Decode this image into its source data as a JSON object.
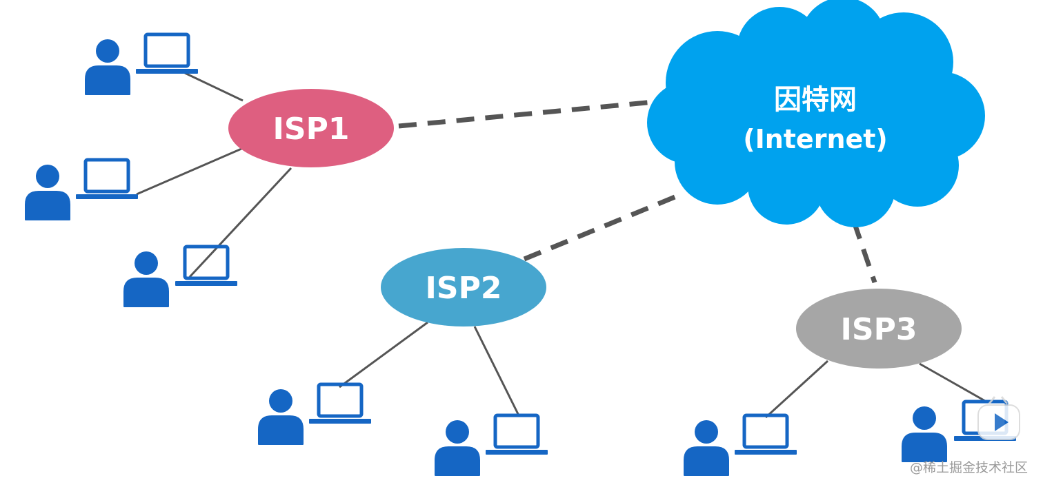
{
  "colors": {
    "background": "#ffffff",
    "isp1": "#de5f80",
    "isp2": "#47a6cf",
    "isp3": "#a6a6a6",
    "cloud": "#00a2ee",
    "user": "#1566c4",
    "laptop": "#1566c4",
    "solid_link": "#555555",
    "dashed_link": "#555555"
  },
  "cloud": {
    "line1": "因特网",
    "line2": "(Internet)"
  },
  "isps": [
    {
      "id": "isp1",
      "label": "ISP1"
    },
    {
      "id": "isp2",
      "label": "ISP2"
    },
    {
      "id": "isp3",
      "label": "ISP3"
    }
  ],
  "hosts": [
    {
      "isp": "isp1",
      "icons": [
        "user-icon",
        "laptop-icon"
      ]
    },
    {
      "isp": "isp1",
      "icons": [
        "user-icon",
        "laptop-icon"
      ]
    },
    {
      "isp": "isp1",
      "icons": [
        "user-icon",
        "laptop-icon"
      ]
    },
    {
      "isp": "isp2",
      "icons": [
        "user-icon",
        "laptop-icon"
      ]
    },
    {
      "isp": "isp2",
      "icons": [
        "user-icon",
        "laptop-icon"
      ]
    },
    {
      "isp": "isp3",
      "icons": [
        "user-icon",
        "laptop-icon"
      ]
    },
    {
      "isp": "isp3",
      "icons": [
        "user-icon",
        "laptop-icon"
      ]
    }
  ],
  "watermark": {
    "text": "@稀土掘金技术社区",
    "icon": "video-play-icon"
  }
}
